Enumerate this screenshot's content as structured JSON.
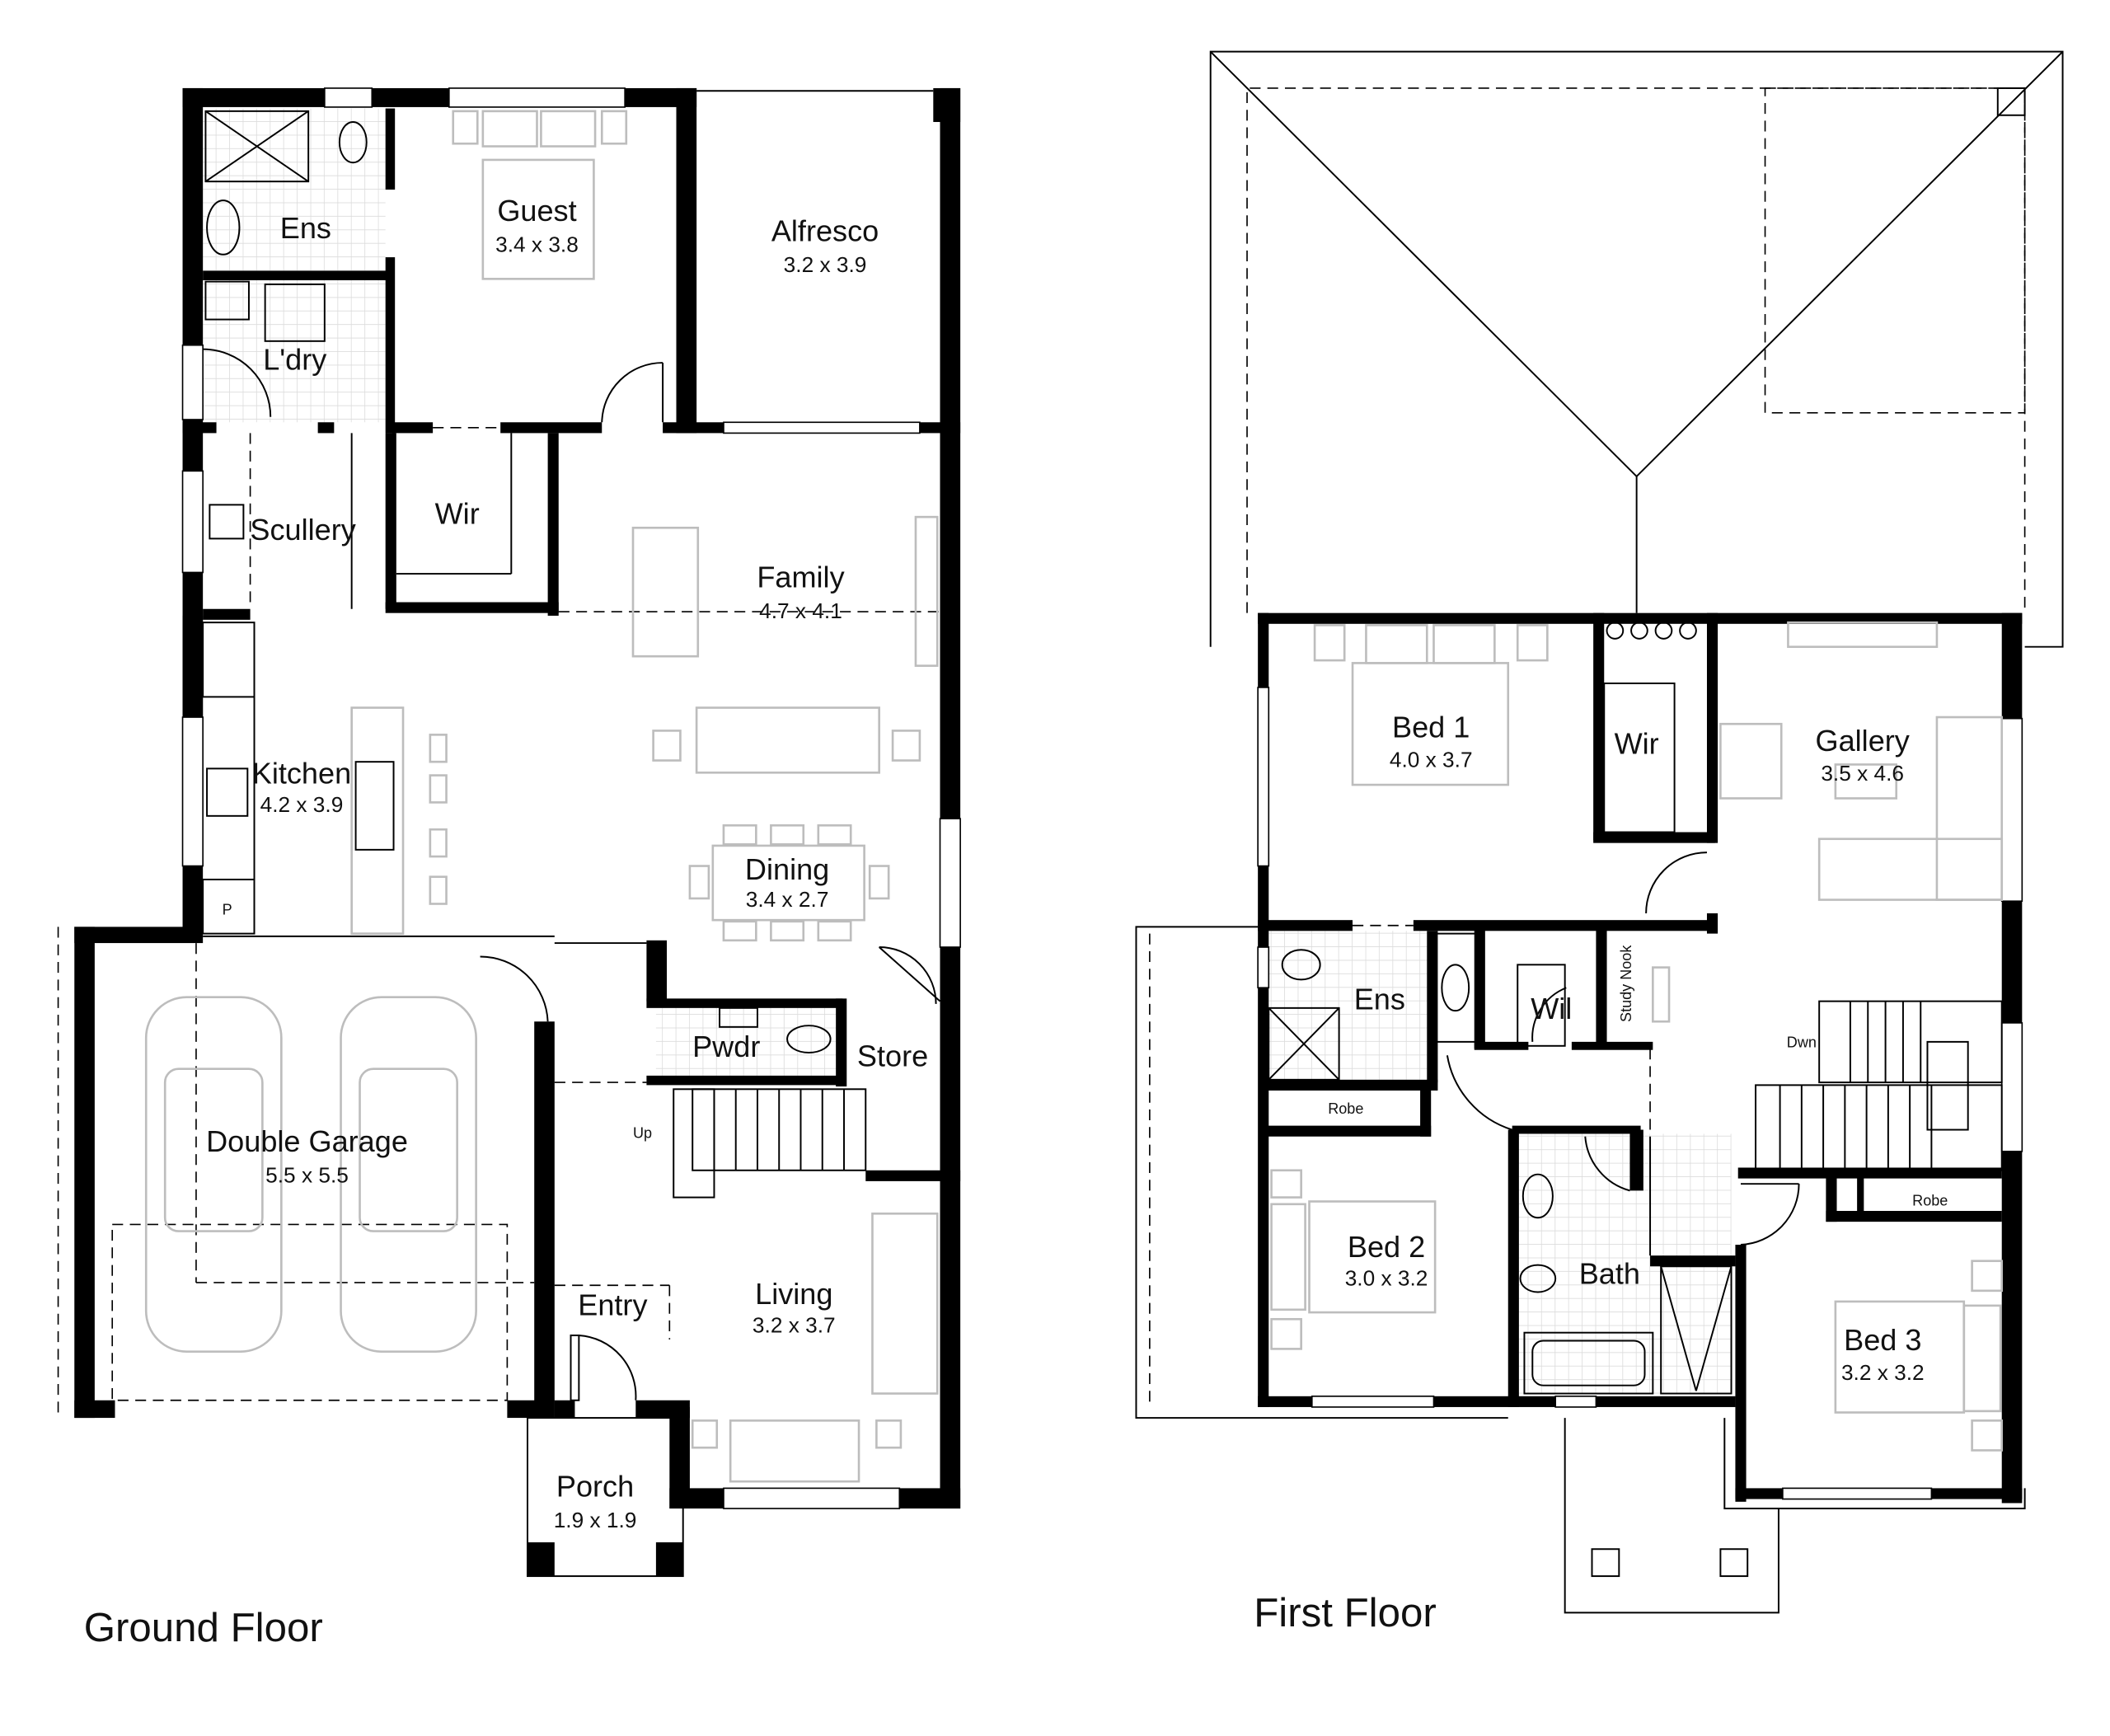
{
  "ground_floor": {
    "title": "Ground Floor",
    "rooms": {
      "ens": {
        "name": "Ens"
      },
      "guest": {
        "name": "Guest",
        "size": "3.4 x 3.8"
      },
      "alfresco": {
        "name": "Alfresco",
        "size": "3.2 x 3.9"
      },
      "laundry": {
        "name": "L'dry"
      },
      "scullery": {
        "name": "Scullery"
      },
      "wir": {
        "name": "Wir"
      },
      "family": {
        "name": "Family",
        "size": "4.7 x 4.1"
      },
      "kitchen": {
        "name": "Kitchen",
        "size": "4.2 x 3.9"
      },
      "dining": {
        "name": "Dining",
        "size": "3.4 x 2.7"
      },
      "pwdr": {
        "name": "Pwdr"
      },
      "store": {
        "name": "Store"
      },
      "garage": {
        "name": "Double Garage",
        "size": "5.5 x 5.5"
      },
      "entry": {
        "name": "Entry"
      },
      "living": {
        "name": "Living",
        "size": "3.2 x 3.7"
      },
      "porch": {
        "name": "Porch",
        "size": "1.9 x 1.9"
      }
    },
    "labels": {
      "pantry": "P",
      "stairs": "Up"
    }
  },
  "first_floor": {
    "title": "First Floor",
    "rooms": {
      "bed1": {
        "name": "Bed 1",
        "size": "4.0 x 3.7"
      },
      "wir": {
        "name": "Wir"
      },
      "gallery": {
        "name": "Gallery",
        "size": "3.5 x 4.6"
      },
      "ens": {
        "name": "Ens"
      },
      "wil": {
        "name": "Wil"
      },
      "study_nook": {
        "name": "Study Nook"
      },
      "bed2": {
        "name": "Bed 2",
        "size": "3.0 x 3.2"
      },
      "bath": {
        "name": "Bath"
      },
      "bed3": {
        "name": "Bed 3",
        "size": "3.2 x 3.2"
      }
    },
    "labels": {
      "stairs": "Dwn",
      "robe_1": "Robe",
      "robe_2": "Robe"
    }
  }
}
